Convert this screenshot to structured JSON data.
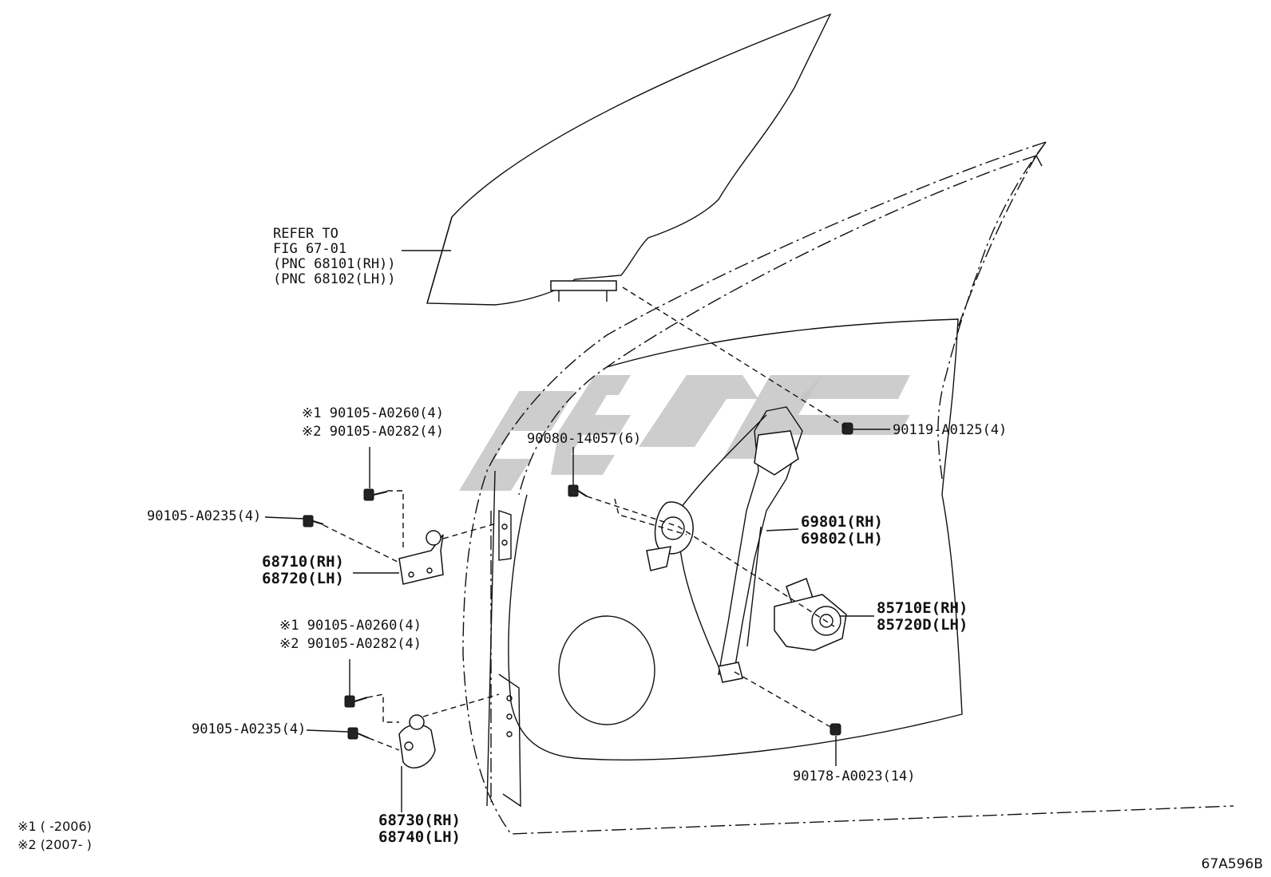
{
  "refer_note": {
    "line1": "REFER TO",
    "line2": "FIG 67-01",
    "line3": "(PNC 68101(RH))",
    "line4": "(PNC 68102(LH))"
  },
  "callouts": {
    "upper_bolt_note1": "※1 90105-A0260(4)",
    "upper_bolt_note2": "※2 90105-A0282(4)",
    "upper_bolt_side": "90105-A0235(4)",
    "upper_hinge_rh": "68710(RH)",
    "upper_hinge_lh": "68720(LH)",
    "lower_bolt_note1": "※1 90105-A0260(4)",
    "lower_bolt_note2": "※2 90105-A0282(4)",
    "lower_bolt_side": "90105-A0235(4)",
    "lower_hinge_rh": "68730(RH)",
    "lower_hinge_lh": "68740(LH)",
    "bolt_center": "90080-14057(6)",
    "bolt_right": "90119-A0125(4)",
    "regulator_rh": "69801(RH)",
    "regulator_lh": "69802(LH)",
    "motor_rh": "85710E(RH)",
    "motor_lh": "85720D(LH)",
    "nut_bottom": "90178-A0023(14)"
  },
  "footnotes": {
    "note1": "※1 (      -2006)",
    "note2": "※2 (2007-      )"
  },
  "figure_code": "67A596B",
  "colors": {
    "ink": "#111111",
    "watermark": "#c4c4c4"
  }
}
